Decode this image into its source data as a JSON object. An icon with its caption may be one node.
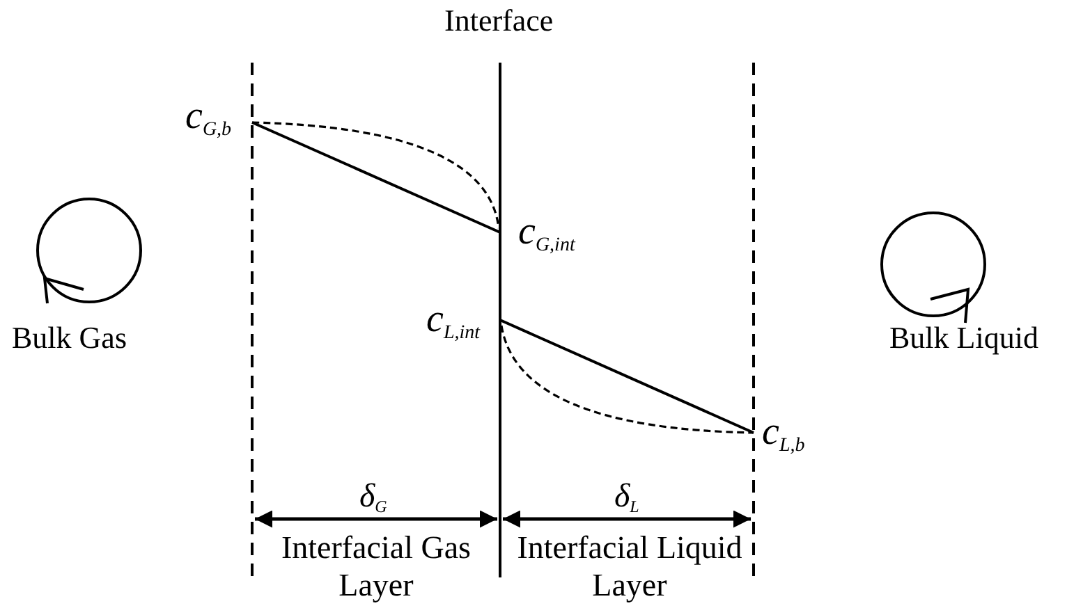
{
  "diagram": {
    "labels": [
      "Interface",
      "c$_{G,b}$",
      "c$_{G,int}$",
      "c$_{L,int}$",
      "c$_{L,b}$",
      "Bulk Gas",
      "Bulk Liquid",
      "δ$_{G}$",
      "δ$_{L}$",
      "Interfacial Gas Layer",
      "Interfacial Liquid Layer"
    ]
  }
}
